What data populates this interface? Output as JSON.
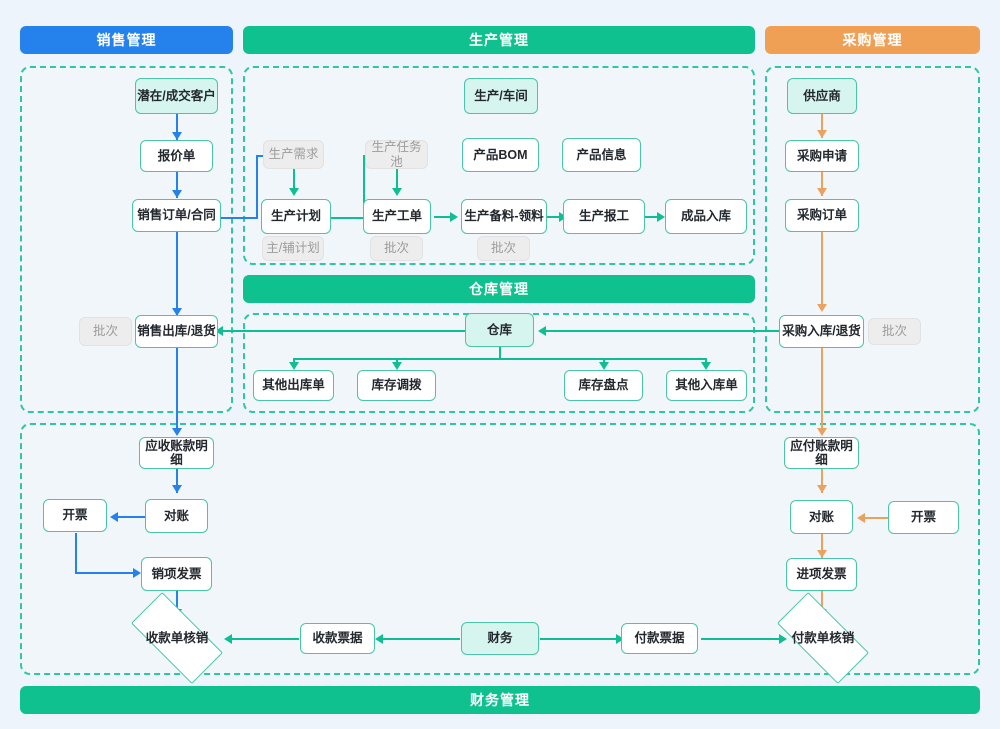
{
  "headers": {
    "sales": {
      "label": "销售管理",
      "color": "#2581eb"
    },
    "production": {
      "label": "生产管理",
      "color": "#0ec18e"
    },
    "purchase": {
      "label": "采购管理",
      "color": "#efa054"
    },
    "warehouse": {
      "label": "仓库管理",
      "color": "#0ec18e"
    },
    "finance": {
      "label": "财务管理",
      "color": "#0ec18e"
    }
  },
  "nodes": {
    "sales": {
      "customer": "潜在/成交客户",
      "quotation": "报价单",
      "sales_order": "销售订单/合同",
      "sales_outbound": "销售出库/退货",
      "sales_batch": "批次"
    },
    "production": {
      "workshop": "生产/车间",
      "demand": "生产需求",
      "task_pool": "生产任务池",
      "product_bom": "产品BOM",
      "product_info": "产品信息",
      "plan": "生产计划",
      "work_order": "生产工单",
      "material_pick": "生产备料-领料",
      "report": "生产报工",
      "finished_goods": "成品入库",
      "plan_tag": "主/辅计划",
      "work_order_tag": "批次",
      "material_tag": "批次"
    },
    "purchase": {
      "supplier": "供应商",
      "requisition": "采购申请",
      "purchase_order": "采购订单",
      "purchase_inbound": "采购入库/退货",
      "purchase_batch": "批次"
    },
    "warehouse": {
      "warehouse": "仓库",
      "other_outbound": "其他出库单",
      "transfer": "库存调拨",
      "stocktake": "库存盘点",
      "other_inbound": "其他入库单"
    },
    "finance": {
      "ar_detail": "应收账款明细",
      "ar_recon": "对账",
      "ar_invoice_issue": "开票",
      "output_invoice": "销项发票",
      "receipt_writeoff": "收款单核销",
      "receipt_doc": "收款票据",
      "finance_center": "财务",
      "payment_doc": "付款票据",
      "payment_writeoff": "付款单核销",
      "ap_detail": "应付账款明细",
      "ap_recon": "对账",
      "ap_invoice_issue": "开票",
      "input_invoice": "进项发票"
    }
  },
  "palette": {
    "background": "#eef4fb",
    "sales_flow": "#2581eb",
    "production_flow": "#0fbf94",
    "purchase_flow": "#eca25f",
    "node_border": "#49c6a6",
    "frame_border": "#2fc6a4",
    "tint_fill": "#d6f5ee",
    "muted_fill": "#ededed"
  }
}
